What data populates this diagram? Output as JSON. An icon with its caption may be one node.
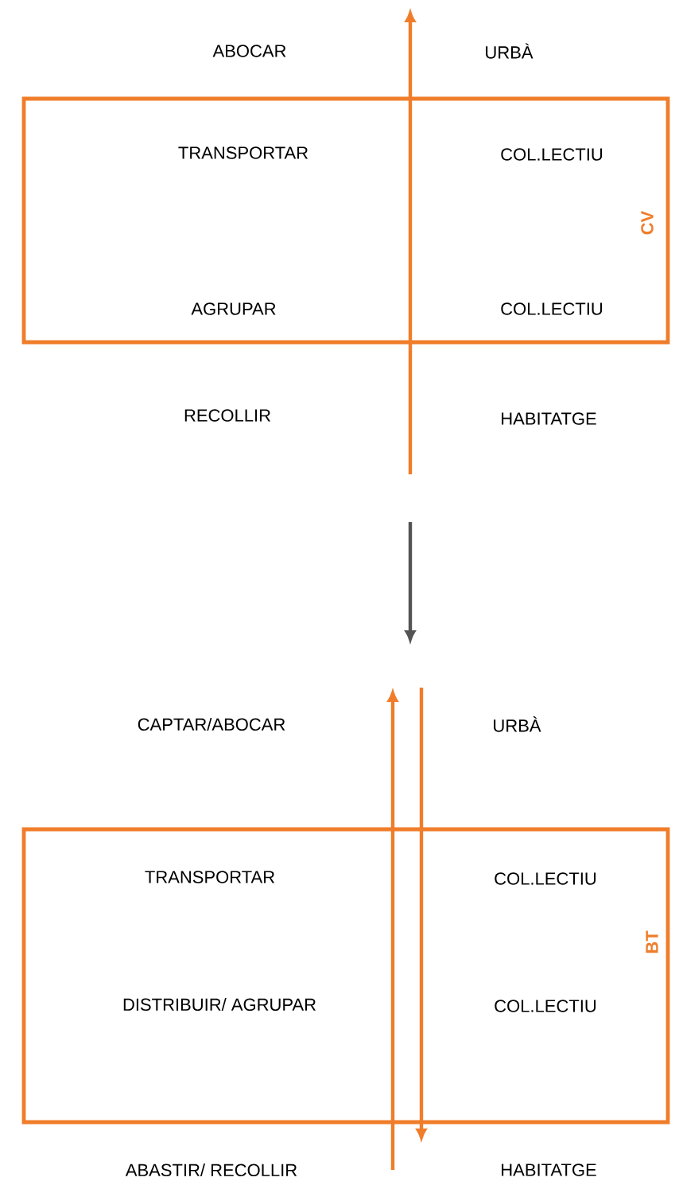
{
  "diagram": {
    "nodes": [
      {
        "text": [
          "CV"
        ]
      },
      {
        "text": [
          "BT"
        ]
      }
    ],
    "labels": [
      "ABOCAR",
      "URBÀ",
      "TRANSPORTAR",
      "COL.LECTIU",
      "AGRUPAR",
      "COL.LECTIU",
      "RECOLLIR",
      "HABITATGE",
      "CAPTAR/ABOCAR",
      "URBÀ",
      "TRANSPORTAR",
      "COL.LECTIU",
      "DISTRIBUIR/ AGRUPAR",
      "COL.LECTIU",
      "ABASTIR/ RECOLLIR",
      "HABITATGE"
    ]
  }
}
